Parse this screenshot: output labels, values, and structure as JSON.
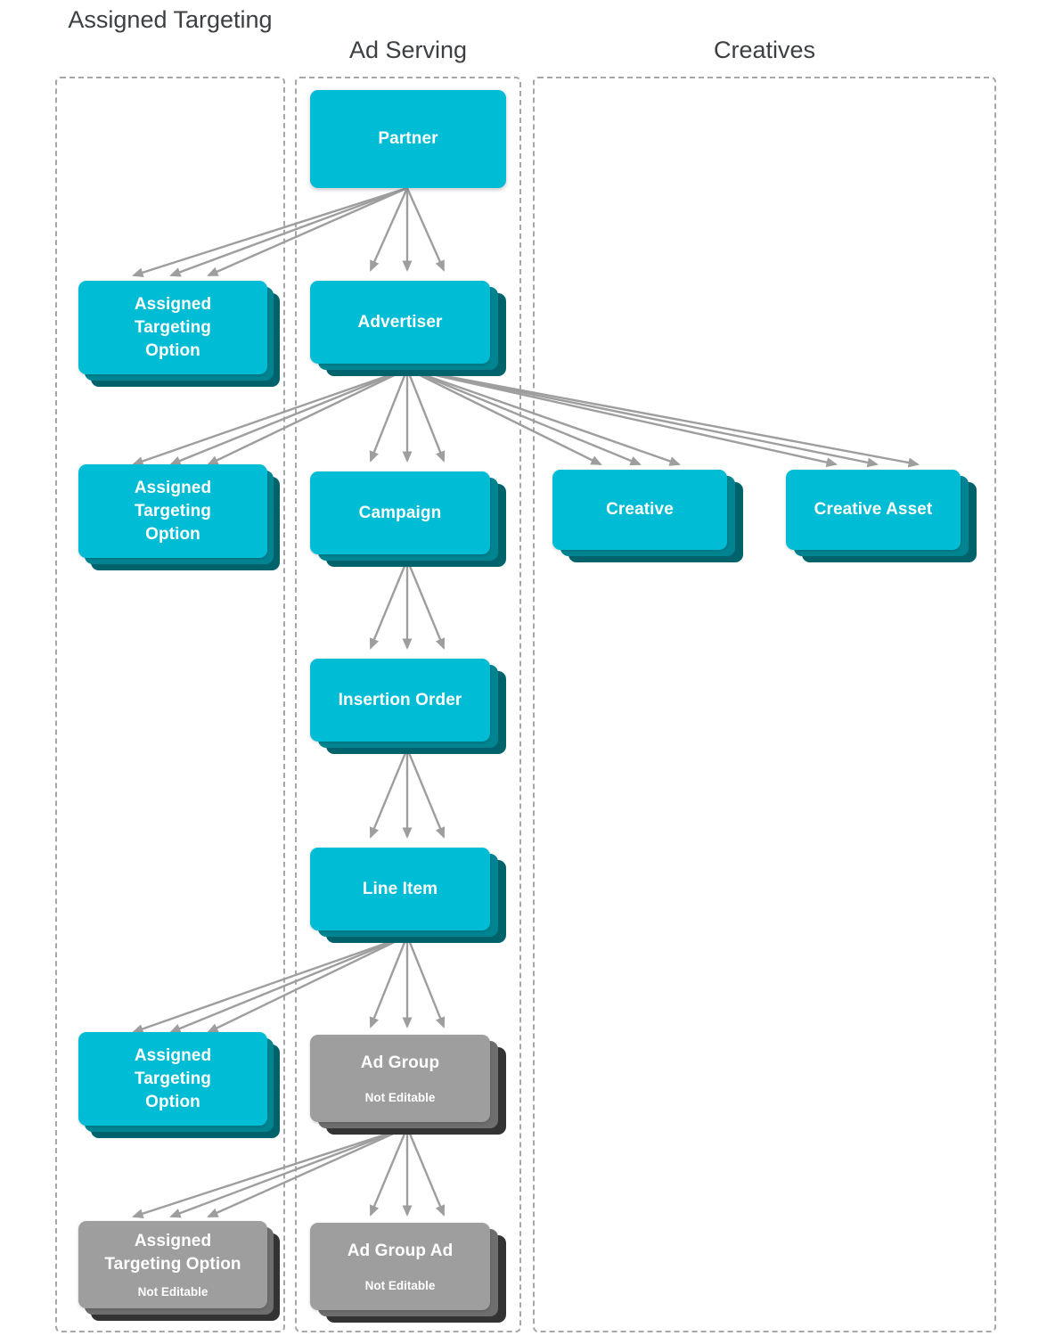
{
  "diagram": {
    "type": "hierarchy-entity-diagram",
    "background": "#ffffff",
    "colors": {
      "node_primary": "#00bcd4",
      "node_primary_shadow_1": "#008491",
      "node_primary_shadow_2": "#00626b",
      "node_disabled": "#9e9e9e",
      "node_disabled_shadow_1": "#6e6e6e",
      "node_disabled_shadow_2": "#333333",
      "arrow": "#9e9e9e",
      "container_border": "#a5a8ab",
      "title_text": "#3c4043",
      "node_text": "#ffffff"
    },
    "columns": [
      {
        "id": "assigned-targeting",
        "title": "Assigned\nTargeting"
      },
      {
        "id": "ad-serving",
        "title": "Ad Serving"
      },
      {
        "id": "creatives",
        "title": "Creatives"
      }
    ],
    "nodes": [
      {
        "id": "partner",
        "label": "Partner",
        "sub": "",
        "column": "ad-serving",
        "stacked": false,
        "editable": true
      },
      {
        "id": "ato-partner",
        "label": "Assigned\nTargeting\nOption",
        "sub": "",
        "column": "assigned-targeting",
        "stacked": true,
        "editable": true
      },
      {
        "id": "advertiser",
        "label": "Advertiser",
        "sub": "",
        "column": "ad-serving",
        "stacked": true,
        "editable": true
      },
      {
        "id": "ato-advertiser",
        "label": "Assigned\nTargeting\nOption",
        "sub": "",
        "column": "assigned-targeting",
        "stacked": true,
        "editable": true
      },
      {
        "id": "campaign",
        "label": "Campaign",
        "sub": "",
        "column": "ad-serving",
        "stacked": true,
        "editable": true
      },
      {
        "id": "creative",
        "label": "Creative",
        "sub": "",
        "column": "creatives",
        "stacked": true,
        "editable": true
      },
      {
        "id": "creative-asset",
        "label": "Creative Asset",
        "sub": "",
        "column": "creatives",
        "stacked": true,
        "editable": true
      },
      {
        "id": "insertion-order",
        "label": "Insertion Order",
        "sub": "",
        "column": "ad-serving",
        "stacked": true,
        "editable": true
      },
      {
        "id": "line-item",
        "label": "Line Item",
        "sub": "",
        "column": "ad-serving",
        "stacked": true,
        "editable": true
      },
      {
        "id": "ato-line-item",
        "label": "Assigned\nTargeting\nOption",
        "sub": "",
        "column": "assigned-targeting",
        "stacked": true,
        "editable": true
      },
      {
        "id": "ad-group",
        "label": "Ad Group",
        "sub": "Not Editable",
        "column": "ad-serving",
        "stacked": true,
        "editable": false
      },
      {
        "id": "ato-ad-group",
        "label": "Assigned\nTargeting Option",
        "sub": "Not Editable",
        "column": "assigned-targeting",
        "stacked": true,
        "editable": false
      },
      {
        "id": "ad-group-ad",
        "label": "Ad Group Ad",
        "sub": "Not Editable",
        "column": "ad-serving",
        "stacked": true,
        "editable": false
      }
    ],
    "edges": [
      {
        "from": "partner",
        "to": "ato-partner",
        "multiplicity": 3
      },
      {
        "from": "partner",
        "to": "advertiser",
        "multiplicity": 3
      },
      {
        "from": "advertiser",
        "to": "ato-advertiser",
        "multiplicity": 3
      },
      {
        "from": "advertiser",
        "to": "campaign",
        "multiplicity": 3
      },
      {
        "from": "advertiser",
        "to": "creative",
        "multiplicity": 3
      },
      {
        "from": "advertiser",
        "to": "creative-asset",
        "multiplicity": 3
      },
      {
        "from": "campaign",
        "to": "insertion-order",
        "multiplicity": 3
      },
      {
        "from": "insertion-order",
        "to": "line-item",
        "multiplicity": 3
      },
      {
        "from": "line-item",
        "to": "ato-line-item",
        "multiplicity": 3
      },
      {
        "from": "line-item",
        "to": "ad-group",
        "multiplicity": 3
      },
      {
        "from": "ad-group",
        "to": "ato-ad-group",
        "multiplicity": 3
      },
      {
        "from": "ad-group",
        "to": "ad-group-ad",
        "multiplicity": 3
      }
    ]
  }
}
